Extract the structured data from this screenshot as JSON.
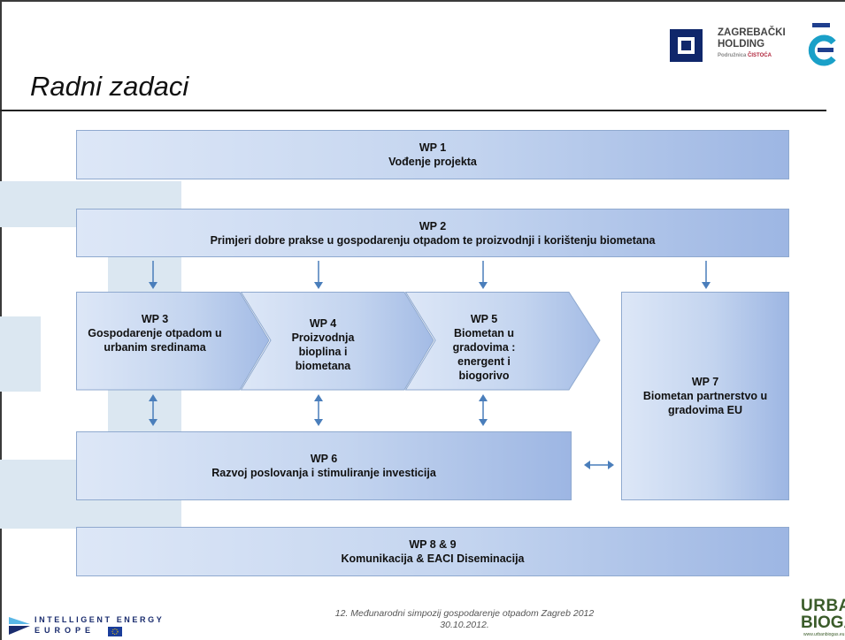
{
  "slide": {
    "title": "Radni zadaci",
    "footer_line1": "12. Međunarodni simpozij gospodarenje otpadom Zagreb 2012",
    "footer_line2": "30.10.2012."
  },
  "logos": {
    "zh_line1": "ZAGREBAČKI",
    "zh_line2": "HOLDING",
    "zh_sub_prefix": "Podružnica",
    "zh_sub_brand": "ČISTOĆA",
    "iee_line1": "INTELLIGENT ENERGY",
    "iee_line2": "EUROPE",
    "urban_line1": "URBAN",
    "urban_line2": "BIOGAS",
    "urban_url": "www.urbanbiogas.eu"
  },
  "work_packages": {
    "wp1": {
      "id": "WP 1",
      "lines": [
        "Vođenje projekta"
      ]
    },
    "wp2": {
      "id": "WP 2",
      "lines": [
        "Primjeri dobre prakse u gospodarenju otpadom te proizvodnji i korištenju biometana"
      ]
    },
    "wp3": {
      "id": "WP 3",
      "lines": [
        "Gospodarenje otpadom u",
        "urbanim sredinama"
      ]
    },
    "wp4": {
      "id": "WP 4",
      "lines": [
        "Proizvodnja",
        "bioplina i",
        "biometana"
      ]
    },
    "wp5": {
      "id": "WP 5",
      "lines": [
        "Biometan u",
        "gradovima :",
        "energent i",
        "biogorivo"
      ]
    },
    "wp6": {
      "id": "WP 6",
      "lines": [
        "Razvoj poslovanja i stimuliranje investicija"
      ]
    },
    "wp7": {
      "id": "WP 7",
      "lines": [
        "Biometan partnerstvo u",
        "gradovima EU"
      ]
    },
    "wp89": {
      "id": "WP 8 & 9",
      "lines": [
        "Komunikacija & EACI Diseminacija"
      ]
    }
  },
  "colors": {
    "arrow": "#4a7ebb",
    "box_border": "#8fa9cf",
    "decor": "#dbe7f1"
  }
}
